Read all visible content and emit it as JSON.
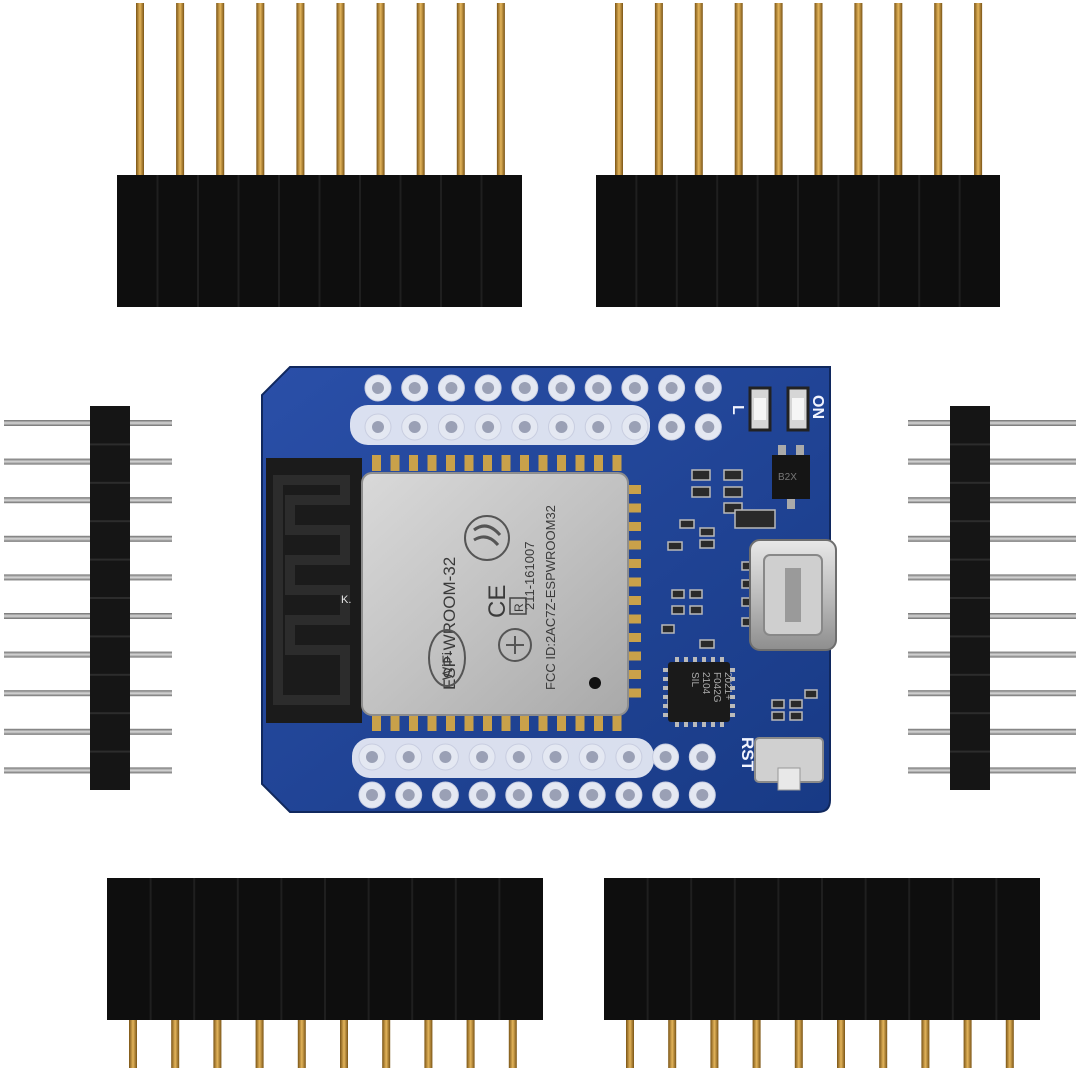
{
  "module": {
    "name": "ESP-WROOM-32",
    "id_code": "211-161007",
    "fcc_id": "FCC ID:2AC7Z-ESPWROOM32",
    "ce_mark": "CE",
    "r_mark": "R",
    "wifi_logo": "WiFi",
    "antenna_mark": "K."
  },
  "board": {
    "rst_label": "RST",
    "led_label_left": "L",
    "led_label_right": "ON",
    "usb_chip_lines": [
      "SIL",
      "2104",
      "F042G",
      "2021+"
    ],
    "regulator_mark": "B2X"
  },
  "colors": {
    "pcb": "#1e3f8f",
    "pcb_dark": "#132a66",
    "header_plastic": "#111111",
    "pin_gold": "#b8862b",
    "pin_silver": "#9a9a9a",
    "shield": "#c9c9c9"
  }
}
